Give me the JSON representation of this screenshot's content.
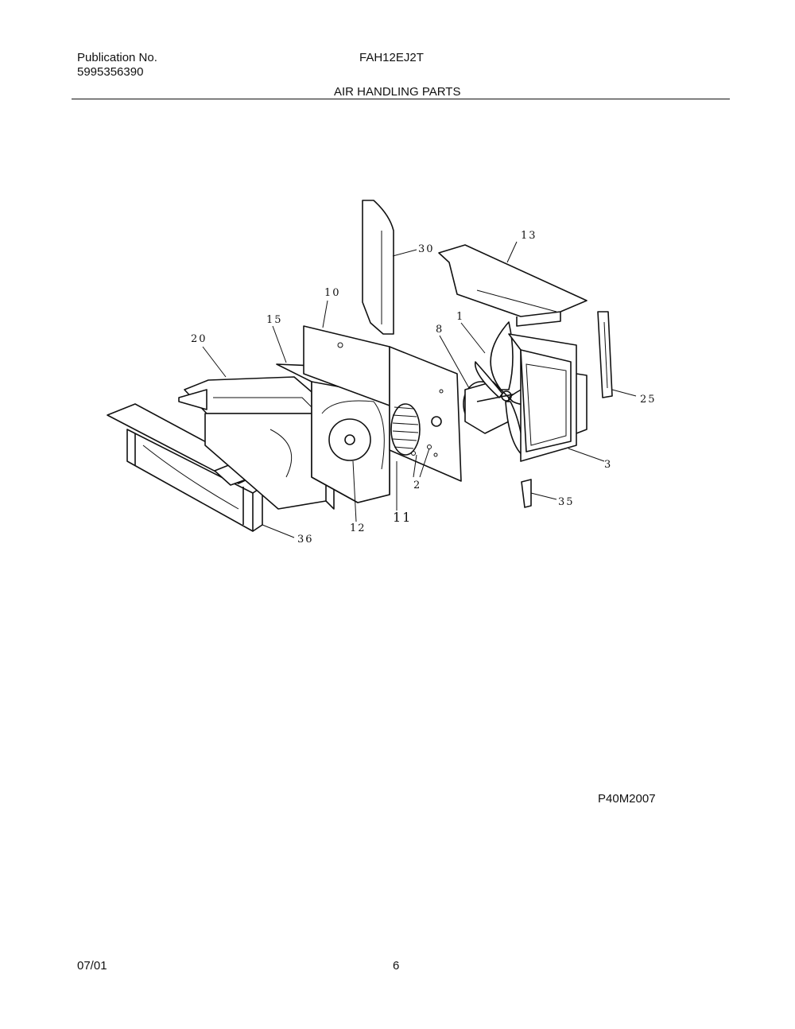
{
  "header": {
    "publication_label": "Publication No.",
    "publication_number": "5995356390",
    "model": "FAH12EJ2T",
    "section_title": "AIR HANDLING PARTS"
  },
  "figure_code": "P40M2007",
  "footer": {
    "date": "07/01",
    "page": "6"
  },
  "callouts": {
    "c30": "30",
    "c13": "13",
    "c10": "10",
    "c15": "15",
    "c20": "20",
    "c8": "8",
    "c1": "1",
    "c25": "25",
    "c3": "3",
    "c2": "2",
    "c35": "35",
    "c12": "12",
    "c11": "11",
    "c36": "36"
  }
}
